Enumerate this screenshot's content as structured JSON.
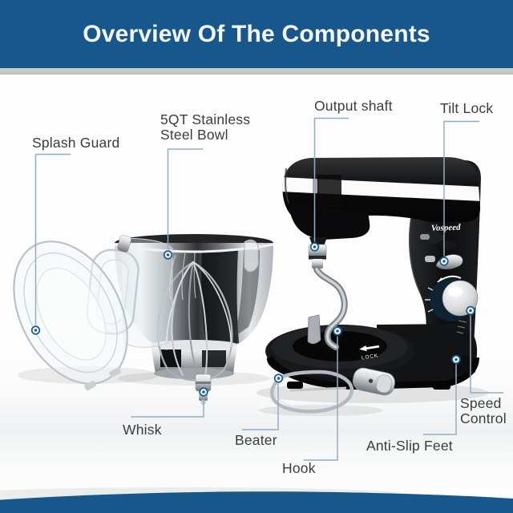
{
  "header": {
    "title": "Overview Of The Components"
  },
  "product": {
    "brand": "Vospeed",
    "lock_text": "LOCK"
  },
  "labels": {
    "splash_guard": "Splash Guard",
    "bowl_line1": "5QT Stainless",
    "bowl_line2": "Steel Bowl",
    "output_shaft": "Output shaft",
    "tilt_lock": "Tilt Lock",
    "whisk": "Whisk",
    "beater": "Beater",
    "hook": "Hook",
    "anti_slip_feet": "Anti-Slip Feet",
    "speed_line1": "Speed",
    "speed_line2": "Control"
  },
  "colors": {
    "banner_blue": "#17578C",
    "footer_blue": "#17578C",
    "divider_gray": "#C5C5C5",
    "label_text": "#3C3C3C",
    "callout_line": "#93AEC0",
    "callout_marker": "#1C5F93",
    "mixer_body": "#0E0F11",
    "steel": "#C9CED3"
  }
}
